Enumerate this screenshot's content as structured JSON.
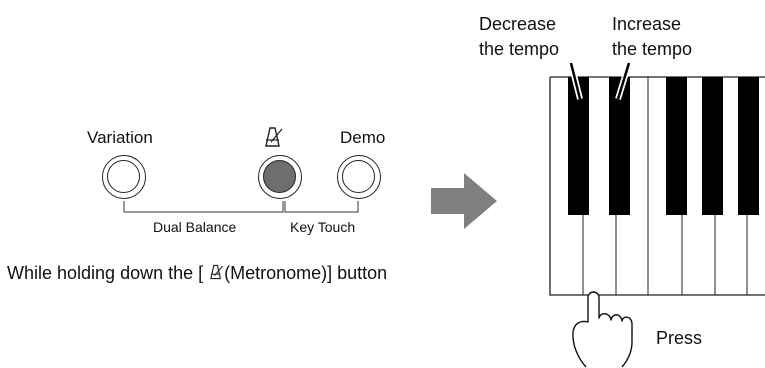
{
  "panel": {
    "variation_label": "Variation",
    "demo_label": "Demo",
    "metronome_icon": "metronome-icon",
    "dual_balance_label": "Dual Balance",
    "key_touch_label": "Key Touch",
    "active_button_color": "#6e6e6e"
  },
  "caption": {
    "prefix": "While holding down the [ ",
    "suffix": "(Metronome)] button"
  },
  "arrow_color": "#808080",
  "keyboard": {
    "decrease_line1": "Decrease",
    "decrease_line2": "the tempo",
    "increase_line1": "Increase",
    "increase_line2": "the tempo",
    "press_label": "Press",
    "hand_icon": "pointing-hand-icon"
  }
}
